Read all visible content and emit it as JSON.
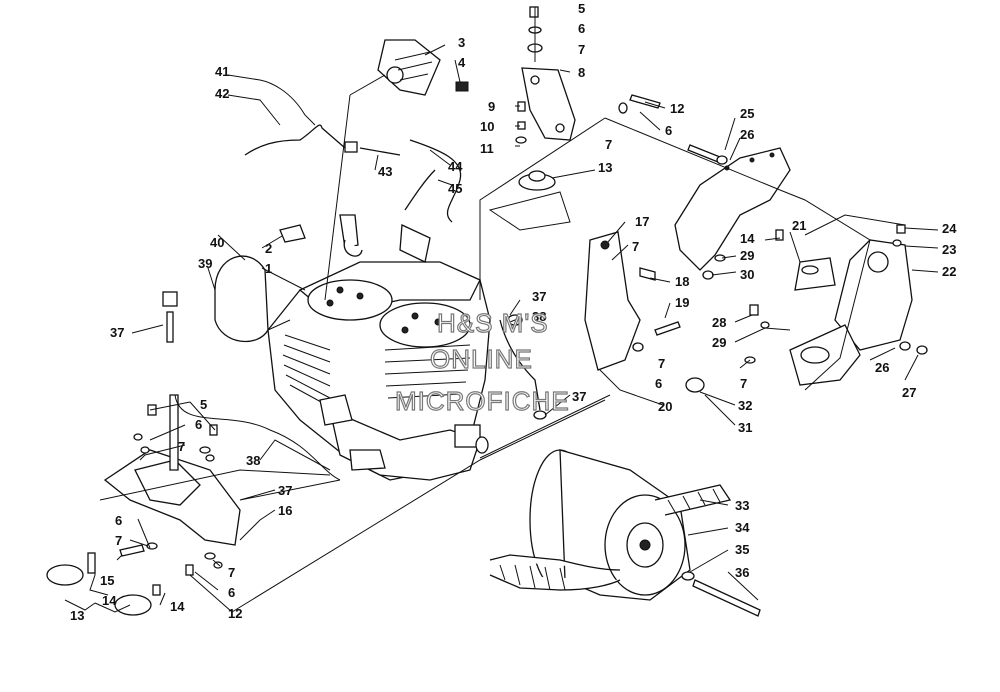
{
  "watermark": {
    "line1": "H&S M'S",
    "line2": "ONLINE",
    "line3": "MICROFICHE"
  },
  "callouts": [
    "1",
    "2",
    "3",
    "4",
    "5",
    "6",
    "7",
    "8",
    "9",
    "10",
    "11",
    "12",
    "13",
    "14",
    "15",
    "16",
    "17",
    "18",
    "19",
    "20",
    "21",
    "22",
    "23",
    "24",
    "25",
    "26",
    "27",
    "28",
    "29",
    "30",
    "31",
    "32",
    "33",
    "34",
    "35",
    "36",
    "37",
    "38",
    "39",
    "40",
    "41",
    "42",
    "43",
    "44",
    "45"
  ]
}
